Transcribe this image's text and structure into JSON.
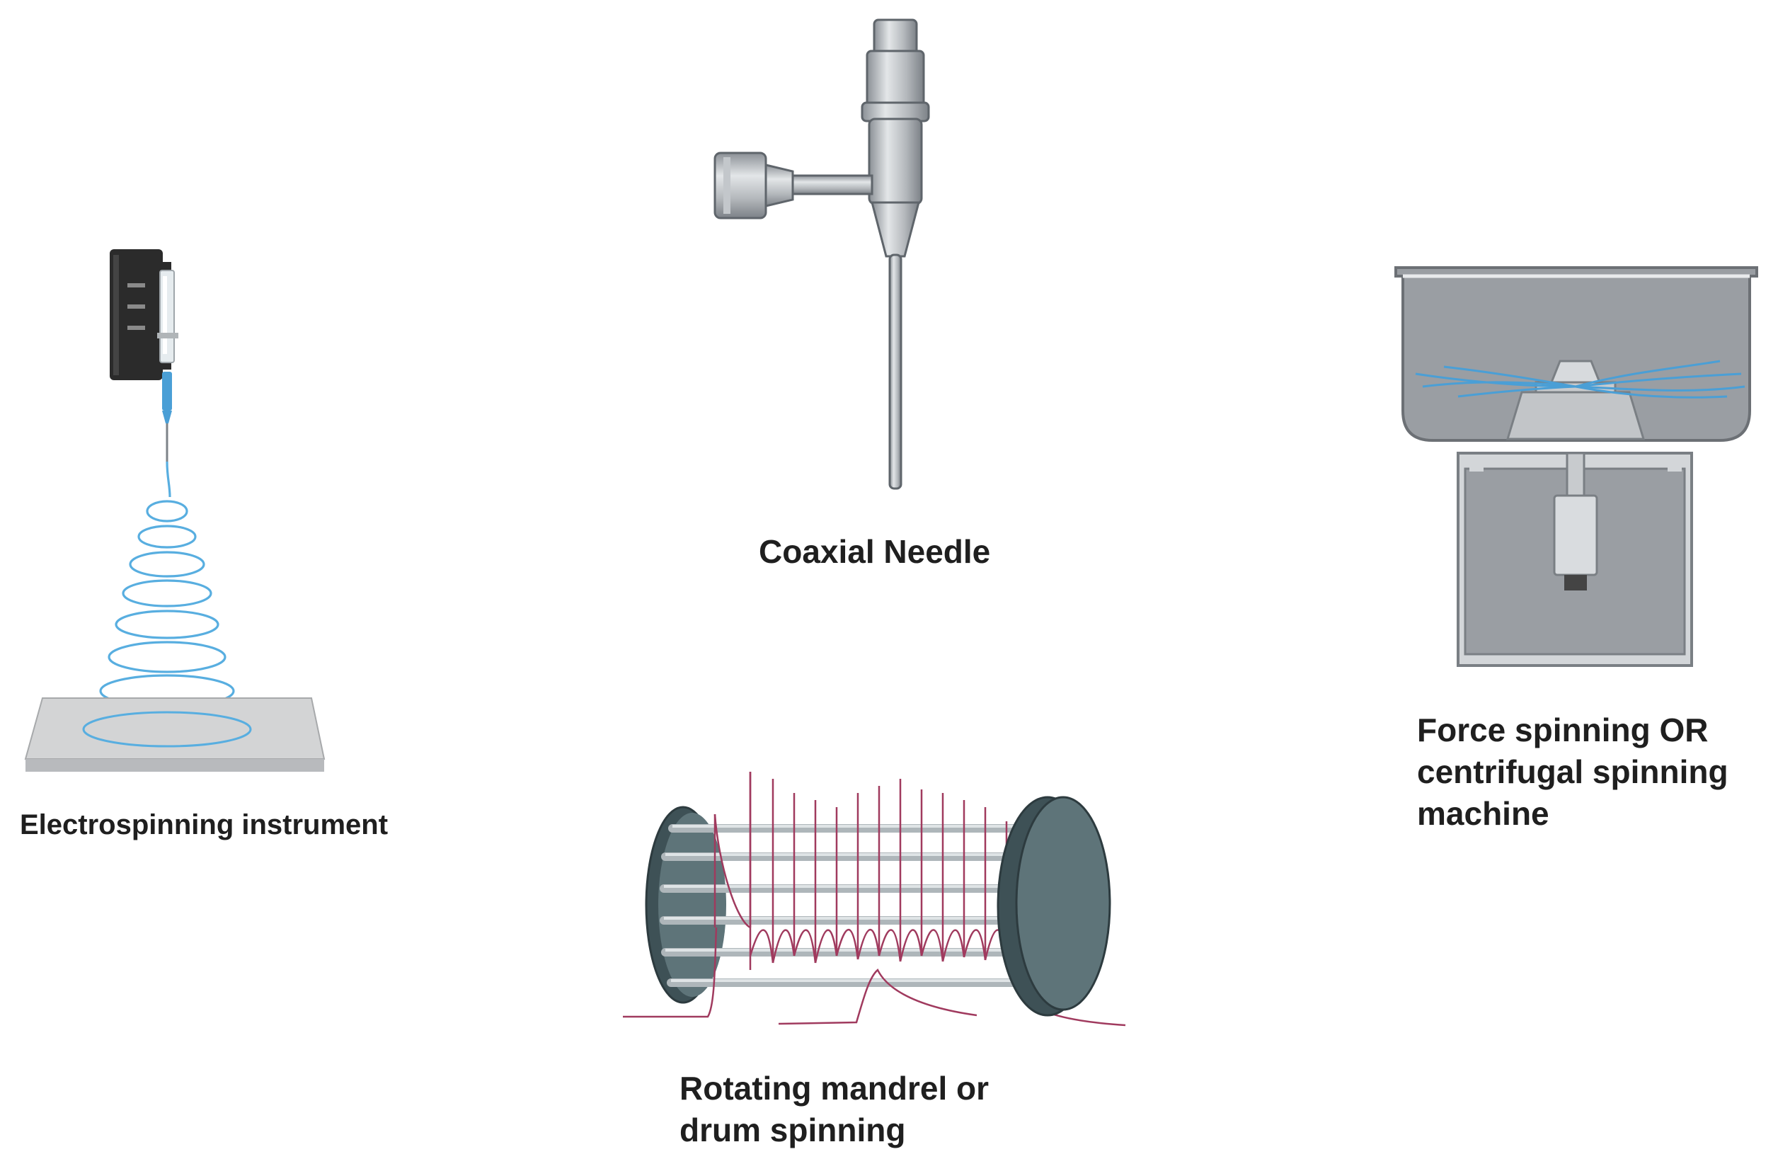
{
  "figure": {
    "panels": [
      {
        "id": "electrospinning",
        "label_lines": [
          "Electrospinning instrument"
        ]
      },
      {
        "id": "coaxial",
        "label_lines": [
          "Coaxial Needle"
        ]
      },
      {
        "id": "force",
        "label_lines": [
          "Force spinning OR",
          "centrifugal spinning",
          "machine"
        ]
      },
      {
        "id": "mandrel",
        "label_lines": [
          "Rotating mandrel or",
          "drum spinning"
        ]
      }
    ]
  },
  "colors": {
    "metal_light": "#d6d9dc",
    "metal_mid": "#a9adb2",
    "metal_dark": "#6f757b",
    "fiber_blue": "#58aee0",
    "fiber_red": "#a03a5e",
    "drum_body": "#5e7479",
    "drum_dark": "#3e5156",
    "bowl_gray": "#9a9ea3",
    "syringe_pump": "#2b2b2b"
  }
}
